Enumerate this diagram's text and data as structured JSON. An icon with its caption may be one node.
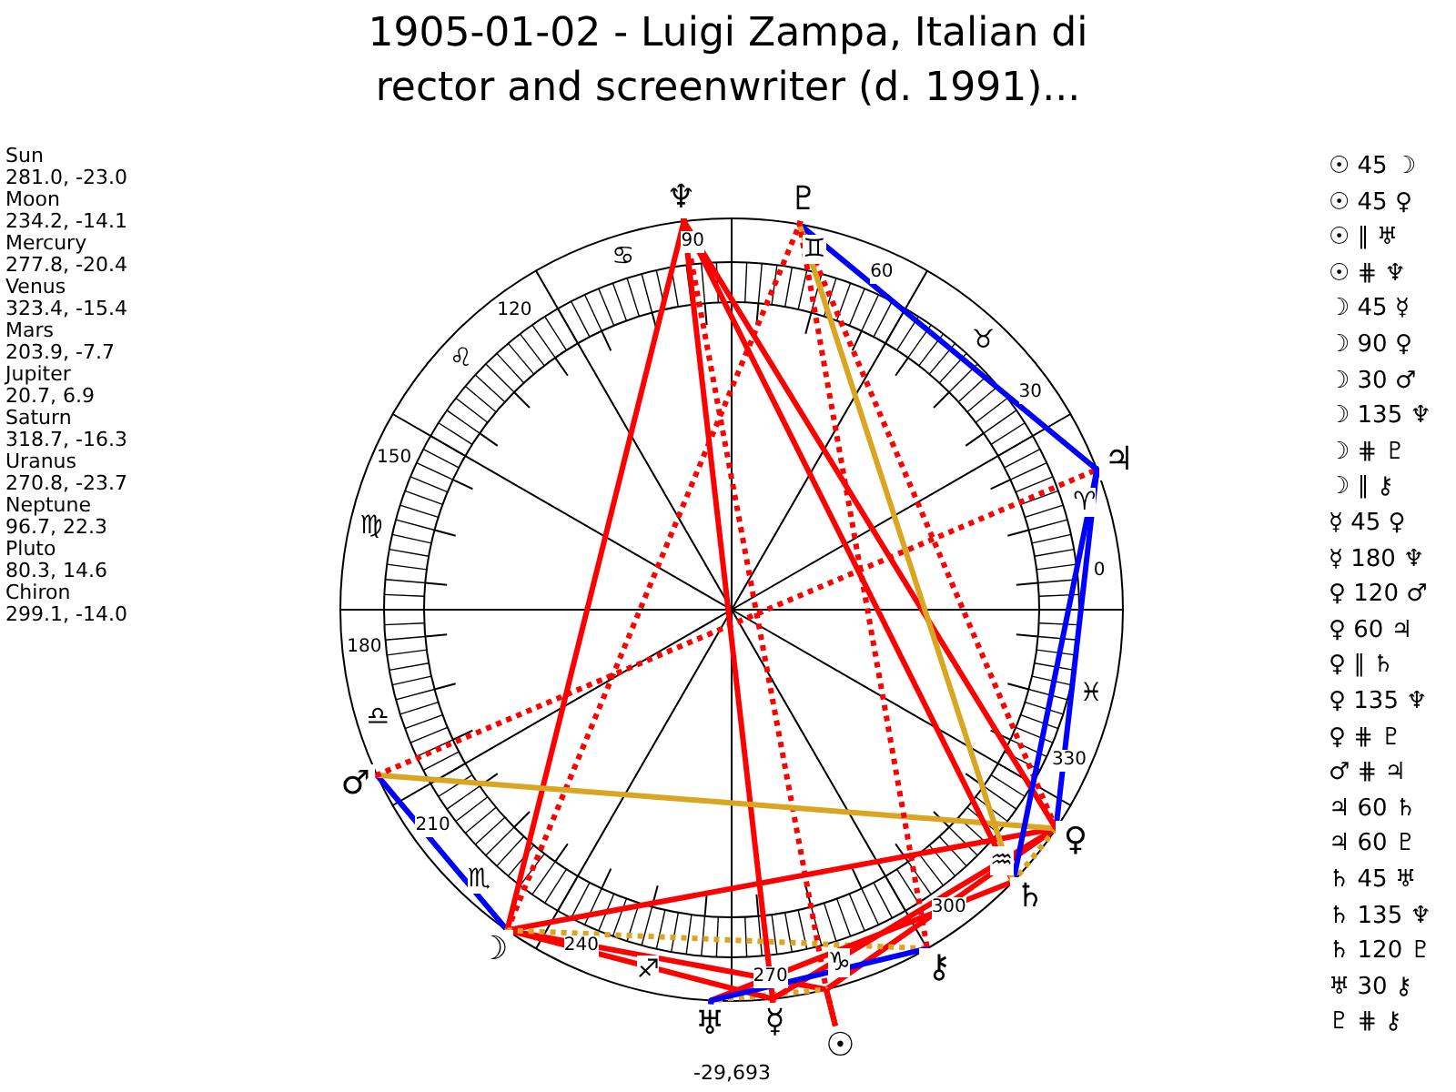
{
  "diagram": {
    "title": "1905-01-02 - Luigi Zampa, Italian di rector and screenwriter (d. 1991)...",
    "nodes": [
      {
        "text": [
          "☉"
        ]
      },
      {
        "text": [
          "☽"
        ]
      },
      {
        "text": [
          "☿"
        ]
      },
      {
        "text": [
          "♀"
        ]
      },
      {
        "text": [
          "♂"
        ]
      },
      {
        "text": [
          "♃"
        ]
      },
      {
        "text": [
          "♄"
        ]
      },
      {
        "text": [
          "♅"
        ]
      },
      {
        "text": [
          "♆"
        ]
      },
      {
        "text": [
          "♇"
        ]
      },
      {
        "text": [
          "⚷"
        ]
      }
    ],
    "edges": [
      {
        "from": 0,
        "to": 1,
        "arrow": "none"
      },
      {
        "from": 0,
        "to": 3,
        "arrow": "none"
      },
      {
        "from": 0,
        "to": 7,
        "arrow": "none",
        "style": "dashed",
        "color": "#daa520"
      },
      {
        "from": 0,
        "to": 8,
        "arrow": "none",
        "style": "dashed"
      },
      {
        "from": 1,
        "to": 2,
        "arrow": "none"
      },
      {
        "from": 1,
        "to": 3,
        "arrow": "none"
      },
      {
        "from": 1,
        "to": 4,
        "arrow": "none",
        "color": "#0000ff"
      },
      {
        "from": 1,
        "to": 8,
        "arrow": "none"
      },
      {
        "from": 1,
        "to": 9,
        "arrow": "none",
        "style": "dashed"
      },
      {
        "from": 1,
        "to": 10,
        "arrow": "none",
        "style": "dashed",
        "color": "#daa520"
      },
      {
        "from": 2,
        "to": 3,
        "arrow": "none"
      },
      {
        "from": 2,
        "to": 8,
        "arrow": "none"
      },
      {
        "from": 3,
        "to": 4,
        "arrow": "none",
        "color": "#daa520"
      },
      {
        "from": 3,
        "to": 5,
        "arrow": "none",
        "color": "#0000ff"
      },
      {
        "from": 3,
        "to": 6,
        "arrow": "none",
        "style": "dashed",
        "color": "#daa520"
      },
      {
        "from": 3,
        "to": 8,
        "arrow": "none"
      },
      {
        "from": 3,
        "to": 9,
        "arrow": "none",
        "style": "dashed"
      },
      {
        "from": 4,
        "to": 5,
        "arrow": "none",
        "style": "dashed"
      },
      {
        "from": 5,
        "to": 6,
        "arrow": "none",
        "color": "#0000ff"
      },
      {
        "from": 5,
        "to": 9,
        "arrow": "none",
        "color": "#0000ff"
      },
      {
        "from": 6,
        "to": 7,
        "arrow": "none"
      },
      {
        "from": 6,
        "to": 8,
        "arrow": "none"
      },
      {
        "from": 6,
        "to": 9,
        "arrow": "none",
        "color": "#daa520"
      },
      {
        "from": 7,
        "to": 10,
        "arrow": "none",
        "color": "#0000ff"
      },
      {
        "from": 9,
        "to": 10,
        "arrow": "none",
        "style": "dashed"
      }
    ],
    "labels": [
      "Sun",
      "281.0, -23.0",
      "Moon",
      "234.2, -14.1",
      "Mercury",
      "277.8, -20.4",
      "Venus",
      "323.4, -15.4",
      "Mars",
      "203.9, -7.7",
      "Jupiter",
      "20.7, 6.9",
      "Saturn",
      "318.7, -16.3",
      "Uranus",
      "270.8, -23.7",
      "Neptune",
      "96.7, 22.3",
      "Pluto",
      "80.3, 14.6",
      "Chiron",
      "299.1, -14.0",
      "0",
      "30",
      "60",
      "90",
      "120",
      "150",
      "180",
      "210",
      "240",
      "270",
      "300",
      "330",
      "♈",
      "♉",
      "♊",
      "♋",
      "♌",
      "♍",
      "♎",
      "♏",
      "♐",
      "♑",
      "♒",
      "♓",
      "☉ 45 ☽",
      "☉ 45 ♀",
      "☉ ∥ ♅",
      "☉ ⋕ ♆",
      "☽ 45 ☿",
      "☽ 90 ♀",
      "☽ 30 ♂",
      "☽ 135 ♆",
      "☽ ⋕ ♇",
      "☽ ∥ ⚷",
      "☿ 45 ♀",
      "☿ 180 ♆",
      "♀ 120 ♂",
      "♀ 60 ♃",
      "♀ ∥ ♄",
      "♀ 135 ♆",
      "♀ ⋕ ♇",
      "♂ ⋕ ♃",
      "♃ 60 ♄",
      "♃ 60 ♇",
      "♄ 45 ♅",
      "♄ 135 ♆",
      "♄ 120 ♇",
      "♅ 30 ⚷",
      "♇ ⋕ ⚷",
      "-29,693"
    ]
  }
}
